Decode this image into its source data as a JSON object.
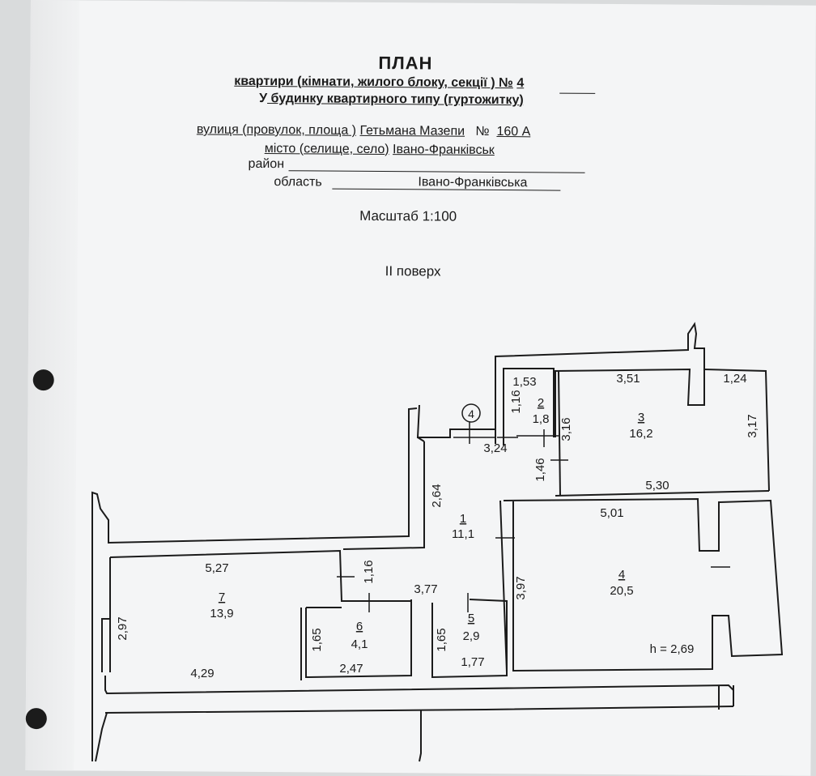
{
  "header": {
    "title": "ПЛАН",
    "line1": {
      "before": "квартири (",
      "struck": "кімнати, жилого блоку, секції",
      "after": " ) №",
      "number": "4"
    },
    "line2": {
      "u1": "У",
      "middle": " будинку квартирного типу (",
      "struck": "гуртожитку",
      "close": ")"
    },
    "street": {
      "label": "вулиця (",
      "struck": "провулок, площа",
      "close": " )",
      "value": "Гетьмана Мазепи",
      "no_label": "№",
      "no_value": "160 А"
    },
    "city": {
      "label": "місто (",
      "struck": "селище, село",
      "close": ")",
      "value": "Івано-Франківськ"
    },
    "district_label": "район",
    "region": {
      "label": "область",
      "value": "Івано-Франківська"
    },
    "scale": "Масштаб 1:100",
    "floor": "II поверх"
  },
  "plan": {
    "unit_marker": "4",
    "rooms": [
      {
        "id": "1",
        "area": "11,1"
      },
      {
        "id": "2",
        "area": "1,8"
      },
      {
        "id": "3",
        "area": "16,2"
      },
      {
        "id": "4",
        "area": "20,5"
      },
      {
        "id": "5",
        "area": "2,9"
      },
      {
        "id": "6",
        "area": "4,1"
      },
      {
        "id": "7",
        "area": "13,9"
      }
    ],
    "dims": {
      "d153": "1,53",
      "d116a": "1,16",
      "d351": "3,51",
      "d124": "1,24",
      "d324": "3,24",
      "d316": "3,16",
      "d317": "3,17",
      "d146": "1,46",
      "d530": "5,30",
      "d264": "2,64",
      "d501": "5,01",
      "d527": "5,27",
      "d116b": "1,16",
      "d377": "3,77",
      "d397": "3,97",
      "d297": "2,97",
      "d165a": "1,65",
      "d165b": "1,65",
      "d247": "2,47",
      "d177": "1,77",
      "d429": "4,29"
    },
    "height": "h = 2,69"
  }
}
